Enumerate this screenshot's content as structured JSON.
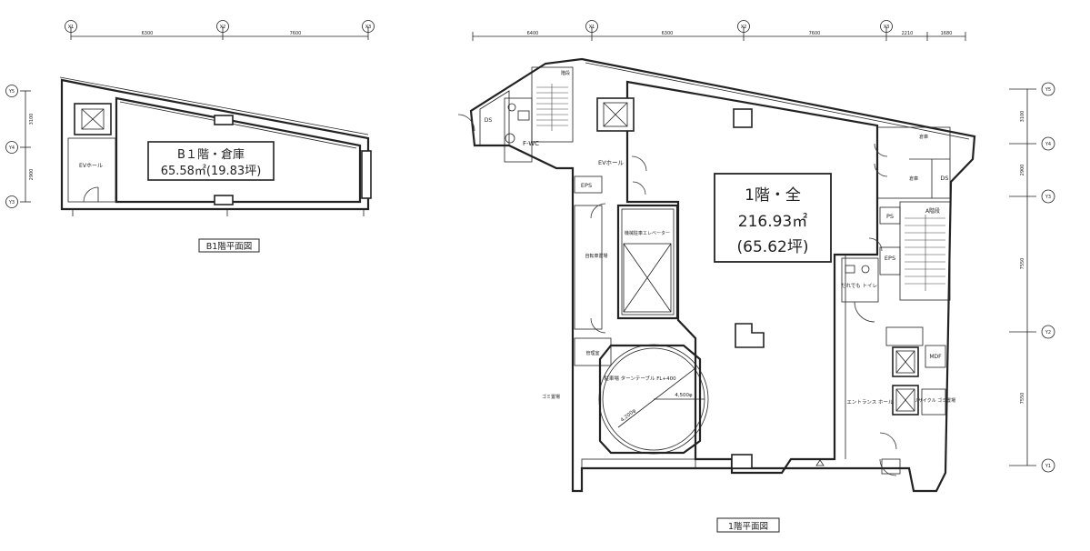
{
  "b1": {
    "title": "B1階平面図",
    "room_name": "B１階・倉庫",
    "room_area": "65.58㎡(19.83坪)",
    "ev_hall": "EVホール",
    "grid_x": [
      "X1",
      "X2",
      "X3"
    ],
    "grid_y": [
      "Y5",
      "Y4",
      "Y3"
    ],
    "dims_x": [
      "6300",
      "7600"
    ],
    "dims_y": [
      "3100",
      "2900"
    ]
  },
  "f1": {
    "title": "1階平面図",
    "room_name": "1階・全",
    "room_area": "216.93㎡",
    "room_tsubo": "(65.62坪)",
    "grid_x": [
      "X1",
      "X2",
      "X3"
    ],
    "grid_y": [
      "Y5",
      "Y4",
      "Y3",
      "Y2",
      "Y1"
    ],
    "dims_x": [
      "6400",
      "6300",
      "7600",
      "2210",
      "1680"
    ],
    "dims_y": [
      "3100",
      "2900",
      "7550",
      "7550"
    ],
    "labels": {
      "ds_left": "DS",
      "stair_top": "階段",
      "fwc": "F-WC",
      "ev_hall": "EVホール",
      "eps_left": "EPS",
      "bike": "自転車置場",
      "parking_ev": "機械駐車エレベーター",
      "manager": "管理室",
      "garbage": "ゴミ置場",
      "turntable": "駐車場 ターンテーブル FL+400",
      "dia1": "4,500φ",
      "dia2": "4,200φ",
      "storage1": "倉庫",
      "storage2": "倉庫",
      "ds_right": "DS",
      "ps": "PS",
      "stair_a": "A階段",
      "eps_right": "EPS",
      "toilet": "だれでも トイレ",
      "mdf": "MDF",
      "entrance": "エントランス ホール",
      "recycle": "リサイクル ゴミ置場"
    }
  }
}
